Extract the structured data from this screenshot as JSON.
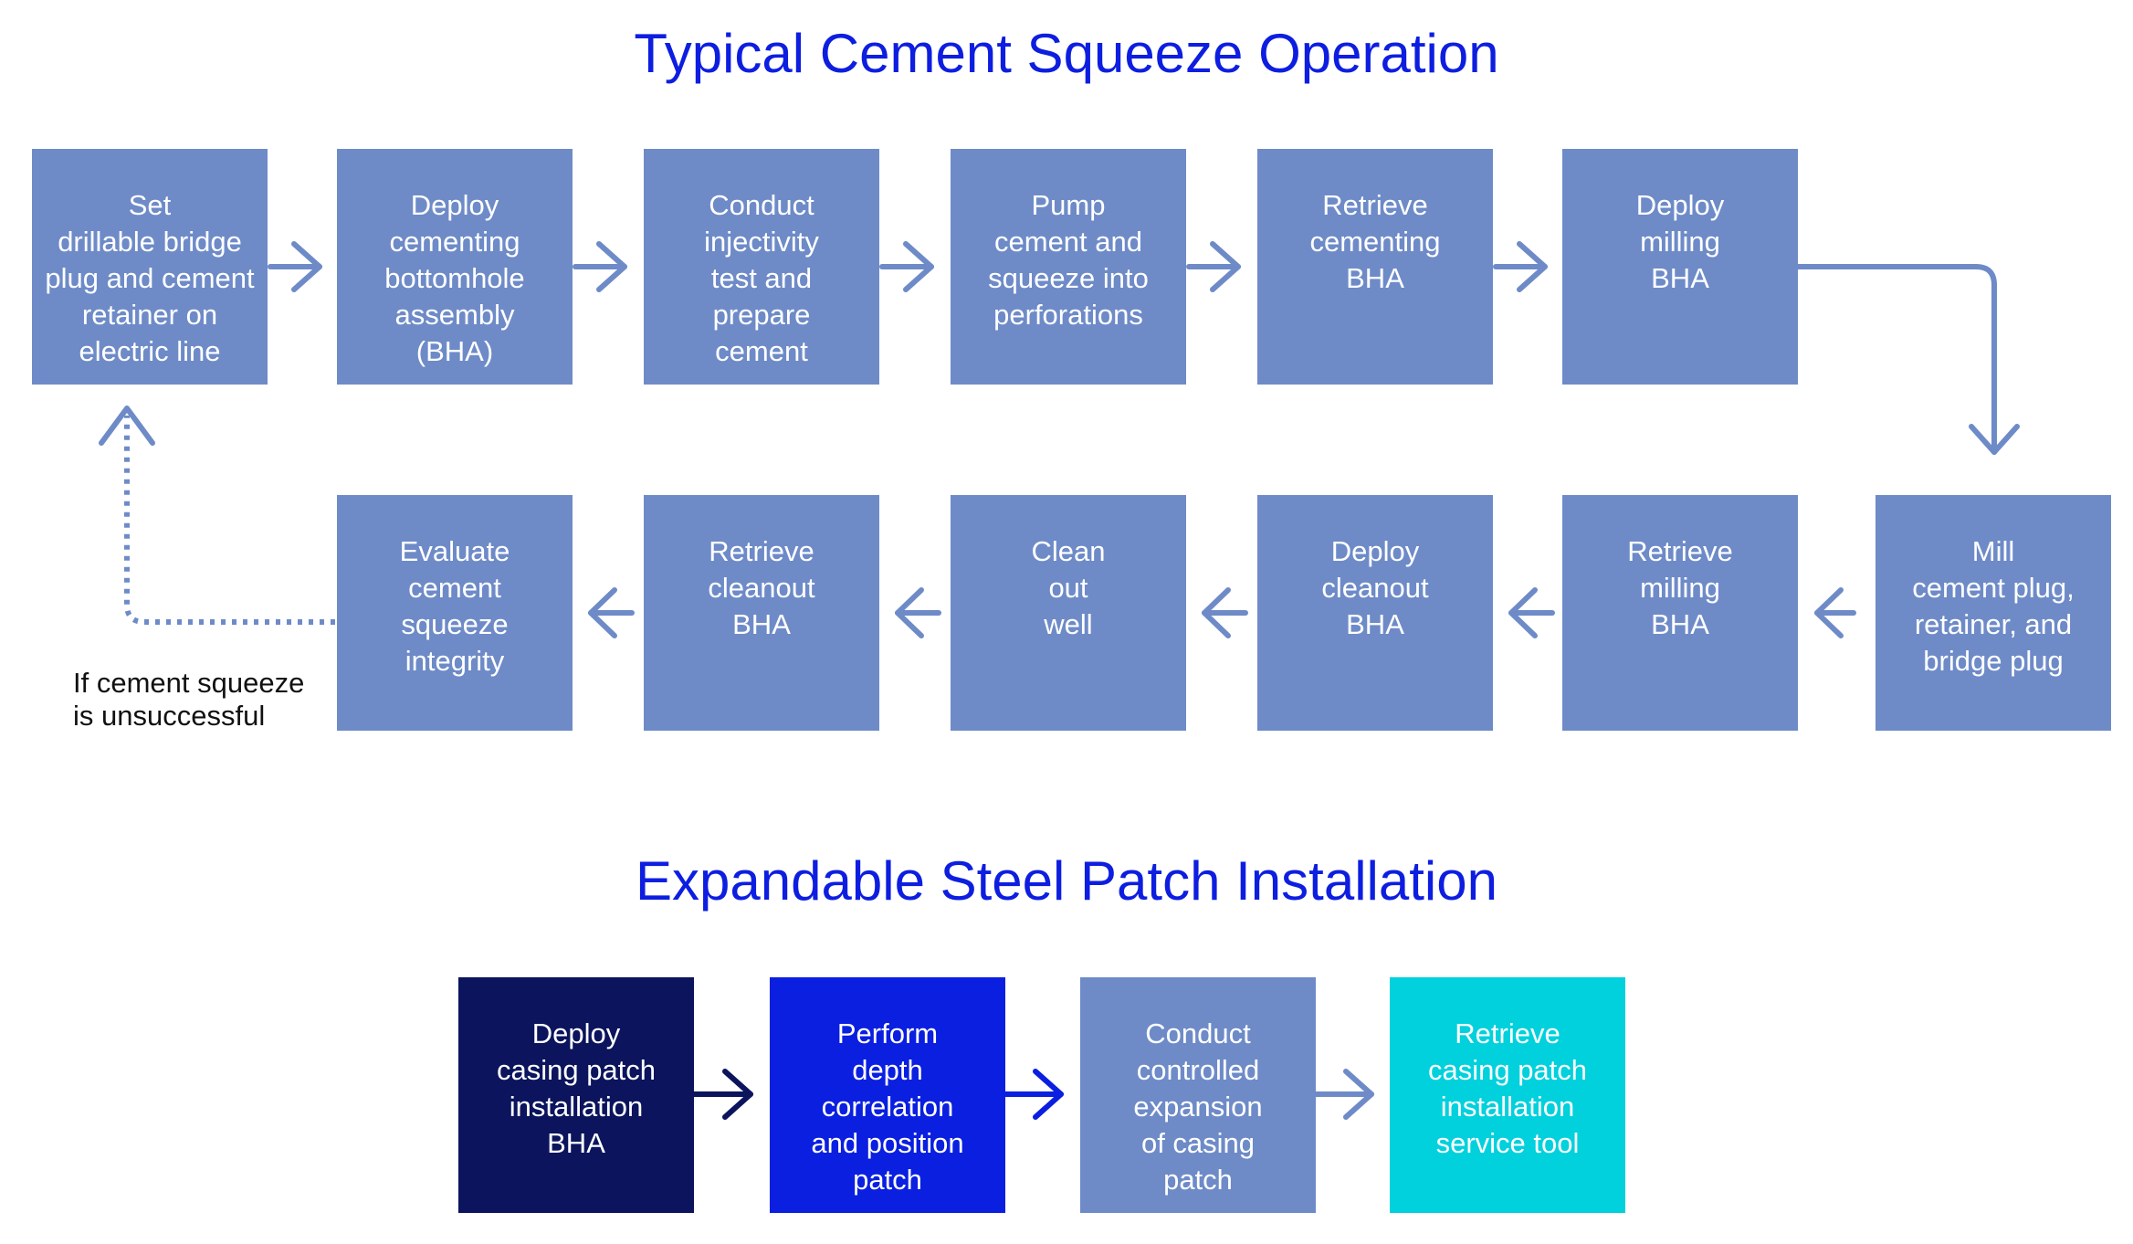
{
  "cement_squeeze": {
    "title": "Typical Cement Squeeze Operation",
    "steps": [
      "Set\ndrillable bridge\nplug and cement\nretainer on\nelectric line",
      "Deploy\ncementing\nbottomhole\nassembly\n(BHA)",
      "Conduct\ninjectivity\ntest and\nprepare\ncement",
      "Pump\ncement and\nsqueeze into\nperforations",
      "Retrieve\ncementing\nBHA",
      "Deploy\nmilling\nBHA",
      "Mill\ncement plug,\nretainer, and\nbridge plug",
      "Retrieve\nmilling\nBHA",
      "Deploy\ncleanout\nBHA",
      "Clean\nout\nwell",
      "Retrieve\ncleanout\nBHA",
      "Evaluate\ncement\nsqueeze\nintegrity"
    ],
    "loop_note": "If cement squeeze\nis unsuccessful"
  },
  "steel_patch": {
    "title": "Expandable Steel Patch Installation",
    "steps": [
      "Deploy\ncasing patch\ninstallation\nBHA",
      "Perform\ndepth\ncorrelation\nand position\npatch",
      "Conduct\ncontrolled\nexpansion\nof casing\npatch",
      "Retrieve\ncasing patch\ninstallation\nservice tool"
    ]
  },
  "colors": {
    "title": "#0d1ee0",
    "box_default": "#6e8bc8",
    "box_navy": "#0b145c",
    "box_blue": "#0a1fe0",
    "box_cyan": "#00d1dc",
    "arrow": "#6e8bc8"
  }
}
